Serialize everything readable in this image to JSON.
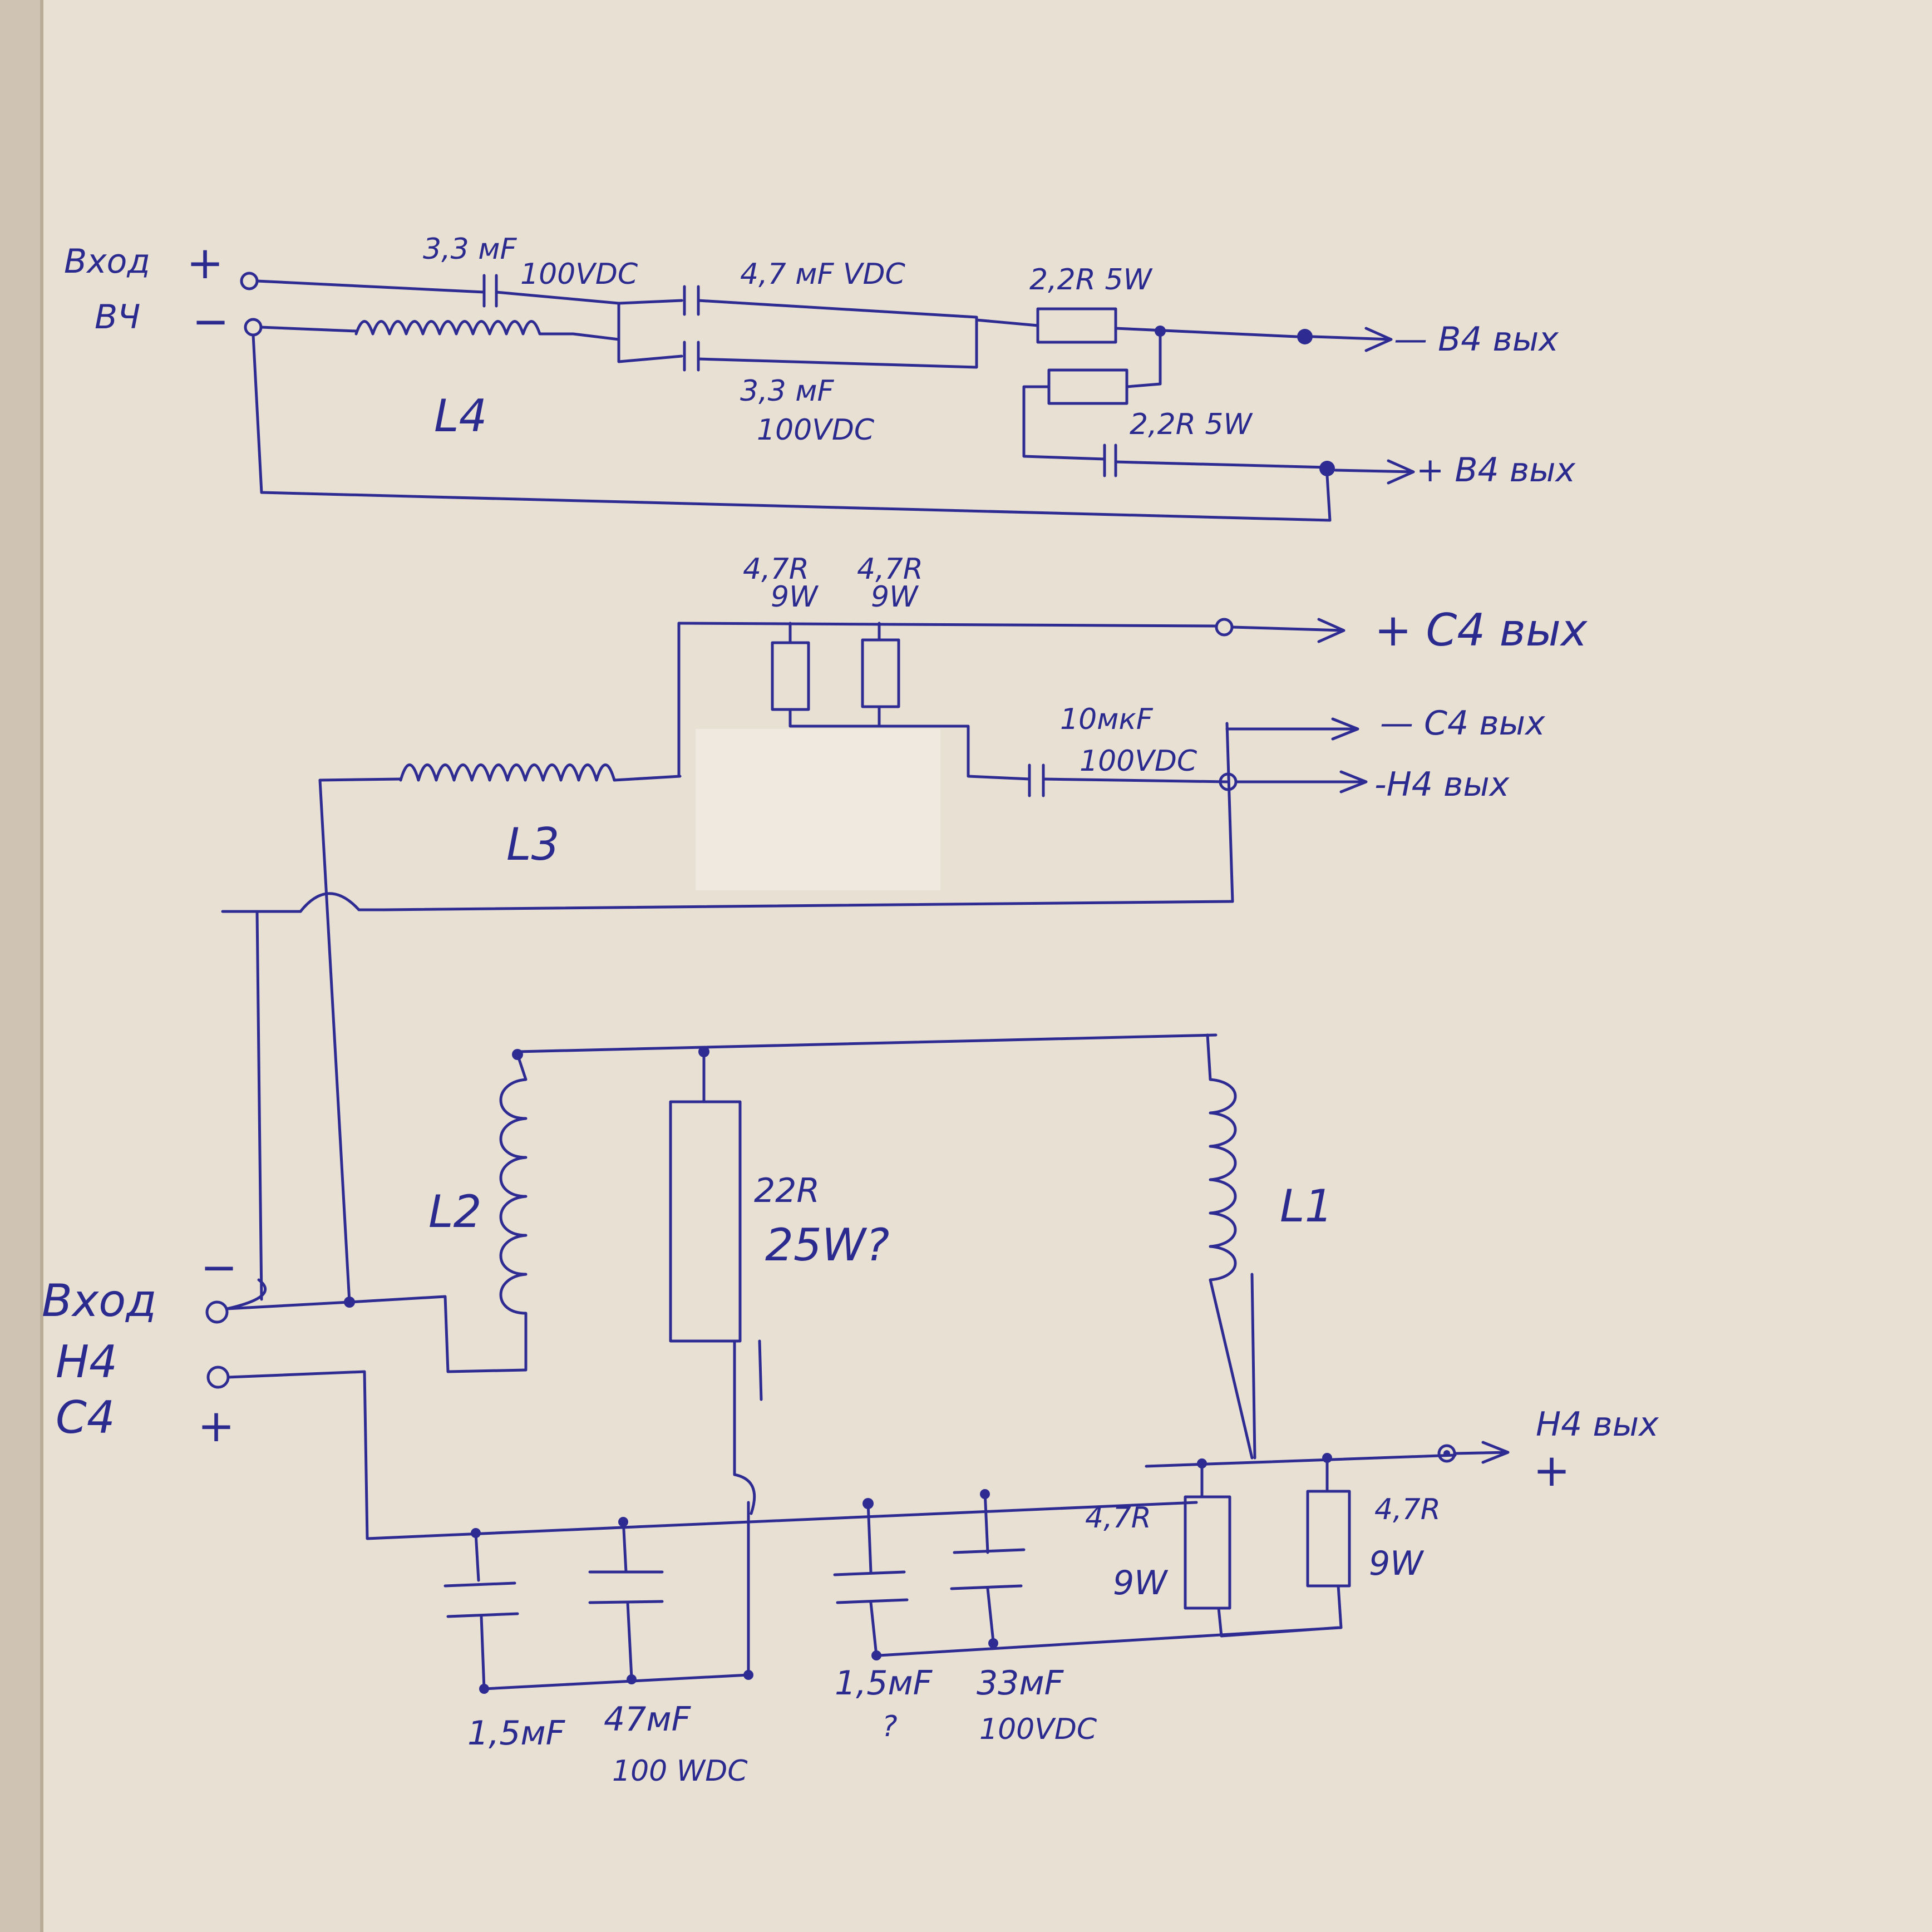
{
  "labels": {
    "in_hf_title": "Вход",
    "in_hf_sub": "ВЧ",
    "in_hf_plus": "+",
    "in_hf_minus": "−",
    "c_33uf_top": "3,3 мF",
    "c_100vdc_top": "100VDC",
    "c_47uf_vdc": "4,7 мF VDC",
    "c_33uf_mid": "3,3 мF",
    "c_100vdc_mid": "100VDC",
    "l4": "L4",
    "r22_top": "2,2R 5W",
    "r22_mid": "2,2R 5W",
    "out_hf": "— В4 вых",
    "out_hf_plus": "+ В4 вых",
    "r47_a": "4,7R",
    "r47_a_w": "9W",
    "r47_b": "4,7R",
    "r47_b_w": "9W",
    "c_10uf": "10мкF",
    "c_10uf_v": "100VDC",
    "out_mid_plus": "+ С4 вых",
    "out_mid_minus": "— С4 вых",
    "out_lf_minus": "-Н4 вых",
    "l3": "L3",
    "l2": "L2",
    "r22r": "22R",
    "r22r_w": "25W?",
    "l1": "L1",
    "in_lf_title": "Вход",
    "in_lf_sub1": "Н4",
    "in_lf_sub2": "С4",
    "in_lf_minus": "−",
    "in_lf_plus": "+",
    "out_lf": "Н4 вых",
    "out_lf_plus": "+",
    "r47_c": "4,7R",
    "r47_c_w": "9W",
    "r47_d": "4,7R",
    "r47_d_w": "9W",
    "c_15_a": "1,5мF",
    "c_47_a": "47мF",
    "c_47_a_v": "100 WDC",
    "c_15_b": "1,5мF",
    "c_15_b_q": "?",
    "c_33_b": "33мF",
    "c_33_b_v": "100VDC"
  }
}
